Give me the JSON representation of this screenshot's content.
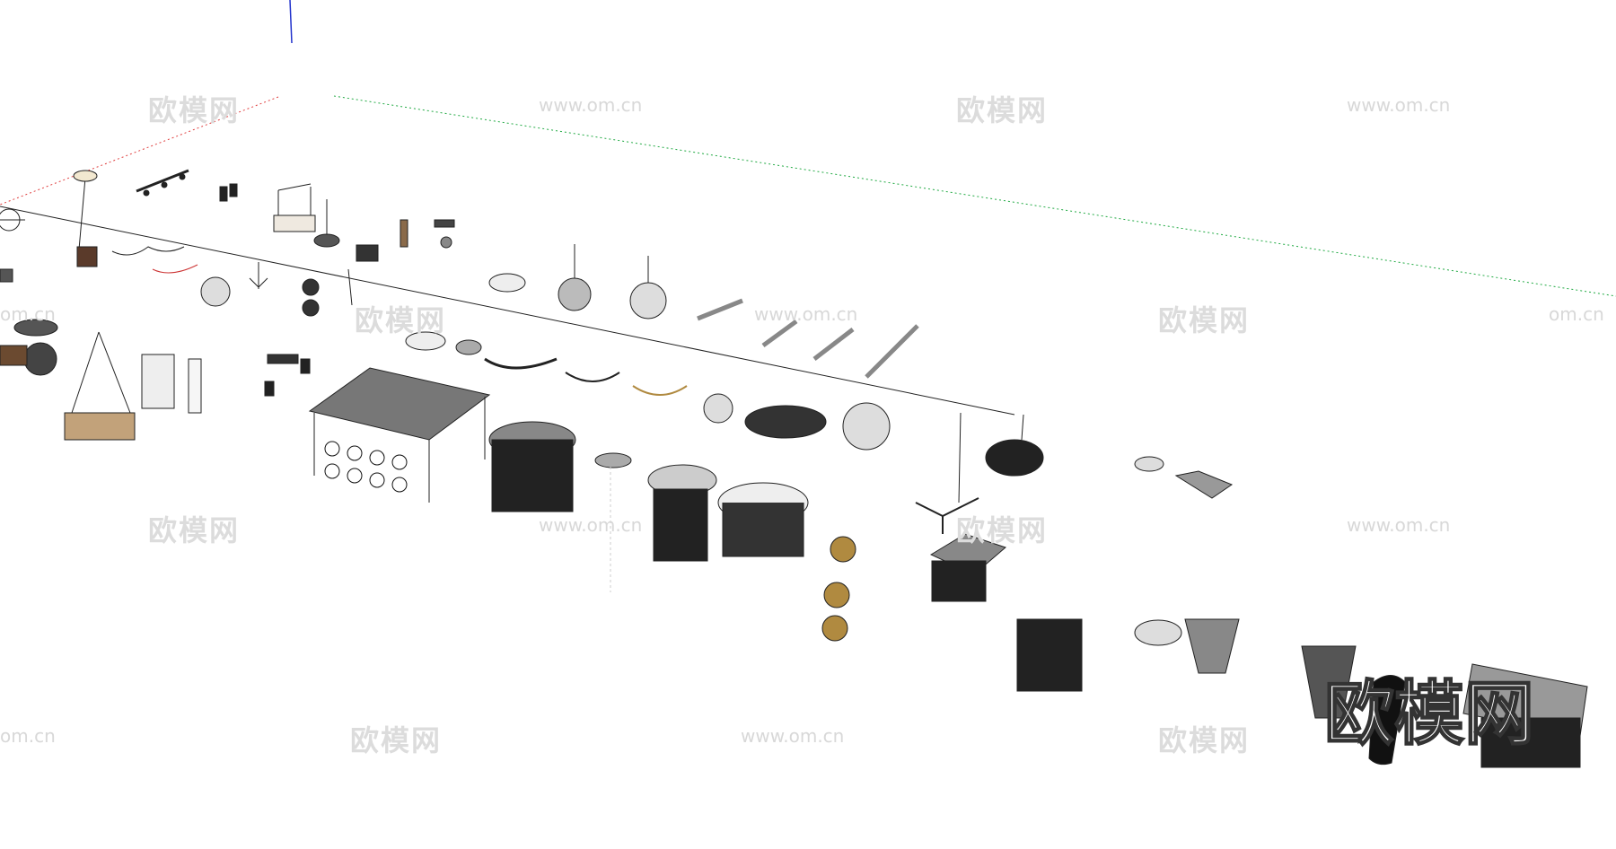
{
  "viewport": {
    "background": "#ffffff",
    "axis_colors": {
      "red": "#e04040",
      "green": "#22aa44",
      "blue": "#2233cc"
    }
  },
  "watermarks": {
    "brand_cn": "欧模网",
    "url": "www.om.cn",
    "partial_url": "om.cn"
  }
}
